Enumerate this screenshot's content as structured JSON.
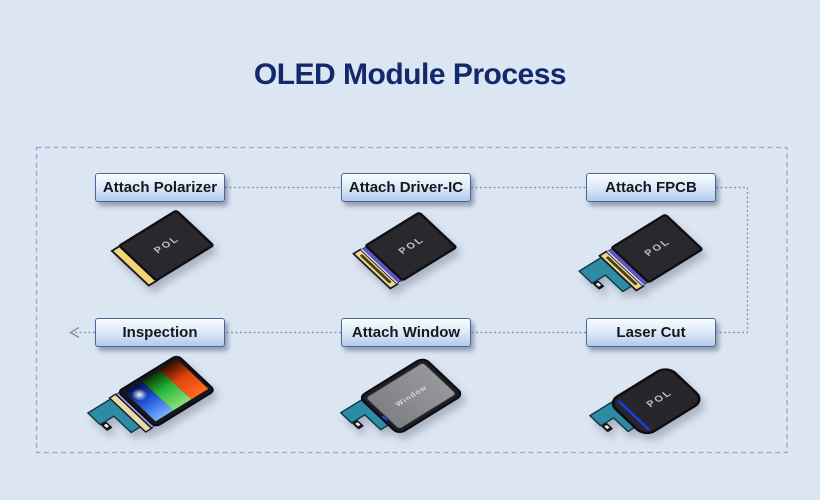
{
  "title": "OLED Module Process",
  "colors": {
    "background": "#dce5f2",
    "title_text": "#13286d",
    "step_button_border": "#46699d",
    "step_button_fill_top": "#f8fbfe",
    "step_button_fill_bottom": "#b3c9ea",
    "boundary_dash": "#93a9cf",
    "connector_line": "#8a919c",
    "panel_dark": "#28282d",
    "polarizer_ledge_yellow": "#f2d676",
    "driver_ic_purple": "#6155cf",
    "fpcb_teal": "#2e8ba4",
    "laser_line_blue": "#1b3ae8",
    "window_gray": "#8b8d91"
  },
  "steps": [
    {
      "label": "Attach Polarizer",
      "device_label": "POL"
    },
    {
      "label": "Attach Driver-IC",
      "device_label": "POL"
    },
    {
      "label": "Attach FPCB",
      "device_label": "POL"
    },
    {
      "label": "Laser Cut",
      "device_label": "POL"
    },
    {
      "label": "Attach Window",
      "device_label": "Window"
    },
    {
      "label": "Inspection",
      "device_label": ""
    }
  ]
}
